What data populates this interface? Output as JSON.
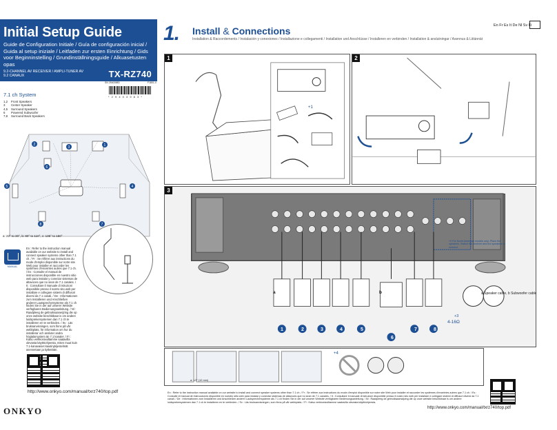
{
  "guide": {
    "title": "Initial Setup Guide",
    "subtitle": "Guide de Configuration Initiale / Guía de configuración inicial / Guida al setup iniziale / Leitfaden zur ersten Einrichtung / Gids voor Beginninstelling / Grundinställningsguide / Alkuasetusten opas",
    "product_type": "9.2-CHANNEL AV RECEIVER / AMPLI-TUNER AV 9.2 CANAUX",
    "model": "TX-RZ740",
    "code_left": "SN 29403983",
    "code_right": "F1801-0",
    "barcode_number": "* 2 9 4 0 3 9 8 3 *"
  },
  "system": {
    "heading": "7.1 ch System",
    "items": [
      {
        "num": "1,2",
        "label": "Front Speakers"
      },
      {
        "num": "3",
        "label": "Center Speaker"
      },
      {
        "num": "4,5",
        "label": "Surround Speakers"
      },
      {
        "num": "6",
        "label": "Powered Subwoofer"
      },
      {
        "num": "7,8",
        "label": "Surround Back Speakers"
      }
    ],
    "angles": "a: 22° to 30°, b: 90° to 110°, c: 135° to 150°"
  },
  "manual_note": "En : Refer to the instruction manual available on our website to install and connect speaker systems other than 7.1 ch. / Fr : Se référer aux instructions du mode d'emploi disponible sur notre site Web pour installer et raccorder les systèmes d'enceintes autres que 7.1 ch. / Es : Consulte el manual de instrucciones disponible en nuestro sitio web para instalar y conectar sistemas de altavoces que no sean de 7.1 canales. / It : Consultare il manuale di istruzioni disponibile presso il nostro sito web per installare e collegare sistemi di diffusori diversi da 7.1 canali. / De : Informationen zum Installieren und Anschließen anderer Lautsprechersysteme als 7.1 ch finden Sie in der auf unserer Website verfügbaren Bedienungsanleitung. / Nl : Raadpleeg de gebruiksaanwijzing die op onze website beschikbaar is om andere luidsprekersystemen dan 7.1 ch te installeren en te verbinden. / Sv : Läs bruksanvisningen, som finns på vår webbplats, för information om hur du installerar och ansluter andra högtalarsystem än 7.1 kanaler. / Fi : Katso verkkosivuiltamme saatavilla olevasta käyttöohjeesta, miten muut kuin 7.1-kanavaiset kaiutinjärjestelmät asennetaan ja kytketään.",
  "manual_icon_label": "MANUAL",
  "url": "http://www.onkyo.com/manual/txrz740/top.pdf",
  "brand": "ONKYO",
  "step": {
    "number": "1.",
    "title_a": "Install",
    "title_amp": " & ",
    "title_b": "Connections",
    "subtitle": "Installation & Raccordements / Instalación y conexiones / Installazione e collegamenti / Installation und Anschlüsse / Installeren en verbinden / Installation & anslutningar / Asennus & Liitännät"
  },
  "languages": "En Fr Es It De Nl Sv Fi",
  "panels": {
    "p1": "1",
    "p2": "2",
    "p3": "3"
  },
  "marks": {
    "plus1": "+1",
    "plus3": "+3",
    "plus4": "+4",
    "ohm": "4-16Ω",
    "a": "a",
    "b": "b",
    "angle": "a: 1/2\" (12 mm)"
  },
  "speaker_numbers": [
    "1",
    "2",
    "3",
    "4",
    "5",
    "6",
    "7",
    "8"
  ],
  "speaker_cable_note": "a Speaker cable, b Subwoofer cable",
  "blue_note": "+2 For North American models only: Place the speakers. Switch the receiver and the speakers to connect.",
  "bottom_note": "En : Refer to the instruction manual available on our website to install and connect speaker systems other than 7.1 ch. / Fr : Se référer aux instructions du mode d'emploi disponible sur notre site Web pour installer et raccorder les systèmes d'enceintes autres que 7.1 ch. / Es : Consulte el manual de instrucciones disponible en nuestro sitio web para instalar y conectar sistemas de altavoces que no sean de 7.1 canales. / It : Consultare il manuale di istruzioni disponibile presso il nostro sito web per installare e collegare sistemi di diffusori diversi da 7.1 canali. / De : Informationen zum Installieren und Anschließen anderer Lautsprechersysteme als 7.1 ch finden Sie in der auf unserer Website verfügbaren Bedienungsanleitung. / Nl : Raadpleeg de gebruiksaanwijzing die op onze website beschikbaar is om andere luidsprekersystemen dan 7.1 ch te installeren en te verbinden. / Sv : Läs bruksanvisningen, som finns på vår webbplats. / Fi : Katso verkkosivuiltamme saatavilla olevasta käyttöohjeesta.",
  "url2": "http://www.onkyo.com/manual/txrz740/top.pdf",
  "colors": {
    "brand_blue": "#1d4f94"
  }
}
